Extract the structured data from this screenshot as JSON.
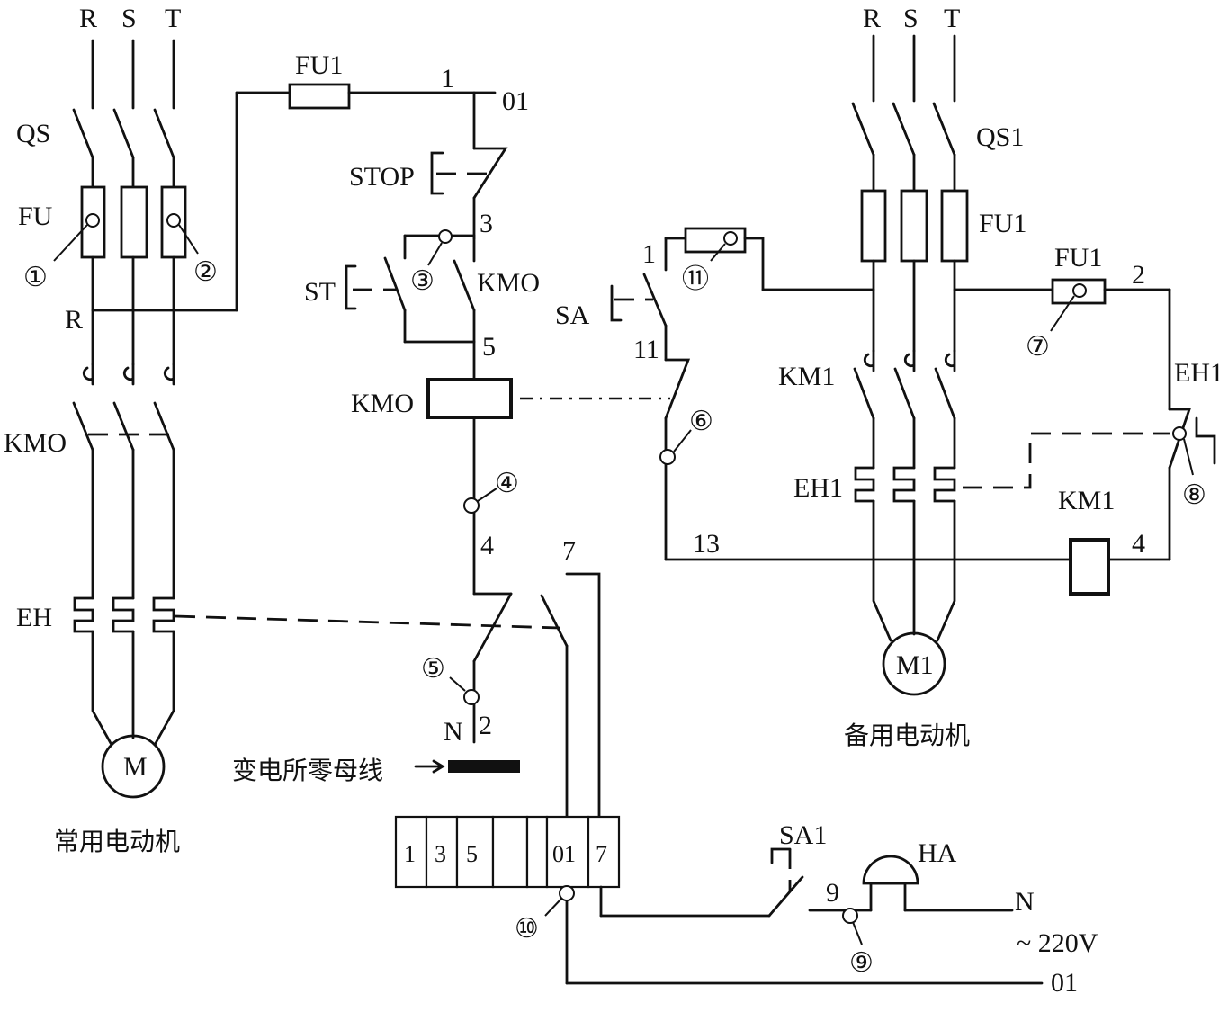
{
  "labels": {
    "phase_r_left": "R",
    "phase_s_left": "S",
    "phase_t_left": "T",
    "qs": "QS",
    "fu_left": "FU",
    "r_tap": "R",
    "kmo_main": "KMO",
    "eh_left": "EH",
    "motor_m": "M",
    "main_motor_caption": "常用电动机",
    "fu1_ctrl": "FU1",
    "node_1": "1",
    "node_01": "01",
    "stop": "STOP",
    "node_3": "3",
    "st": "ST",
    "kmo_aux": "KMO",
    "node_5": "5",
    "kmo_coil": "KMO",
    "node_4": "4",
    "node_7_top": "7",
    "node_n": "N",
    "node_2_bottom": "2",
    "neutral_bus": "变电所零母线",
    "phase_r_right": "R",
    "phase_s_right": "S",
    "phase_t_right": "T",
    "qs1": "QS1",
    "fu1_right": "FU1",
    "fu1_right_ctrl": "FU1",
    "node_2_right": "2",
    "sa_node_1": "1",
    "sa": "SA",
    "node_11": "11",
    "km1_main": "KM1",
    "eh1_right": "EH1",
    "eh1_main": "EH1",
    "km1_coil": "KM1",
    "node_13": "13",
    "node_4_right": "4",
    "motor_m1": "M1",
    "backup_motor_caption": "备用电动机",
    "sa1": "SA1",
    "ha": "HA",
    "node_9": "9",
    "node_n_right": "N",
    "supply_220v": "~ 220V",
    "node_01_bottom": "01"
  },
  "terminal_block": [
    "1",
    "3",
    "5",
    "",
    "",
    "01",
    "7"
  ],
  "test_points": [
    "①",
    "②",
    "③",
    "④",
    "⑤",
    "⑥",
    "⑦",
    "⑧",
    "⑨",
    "⑩",
    "⑪"
  ]
}
